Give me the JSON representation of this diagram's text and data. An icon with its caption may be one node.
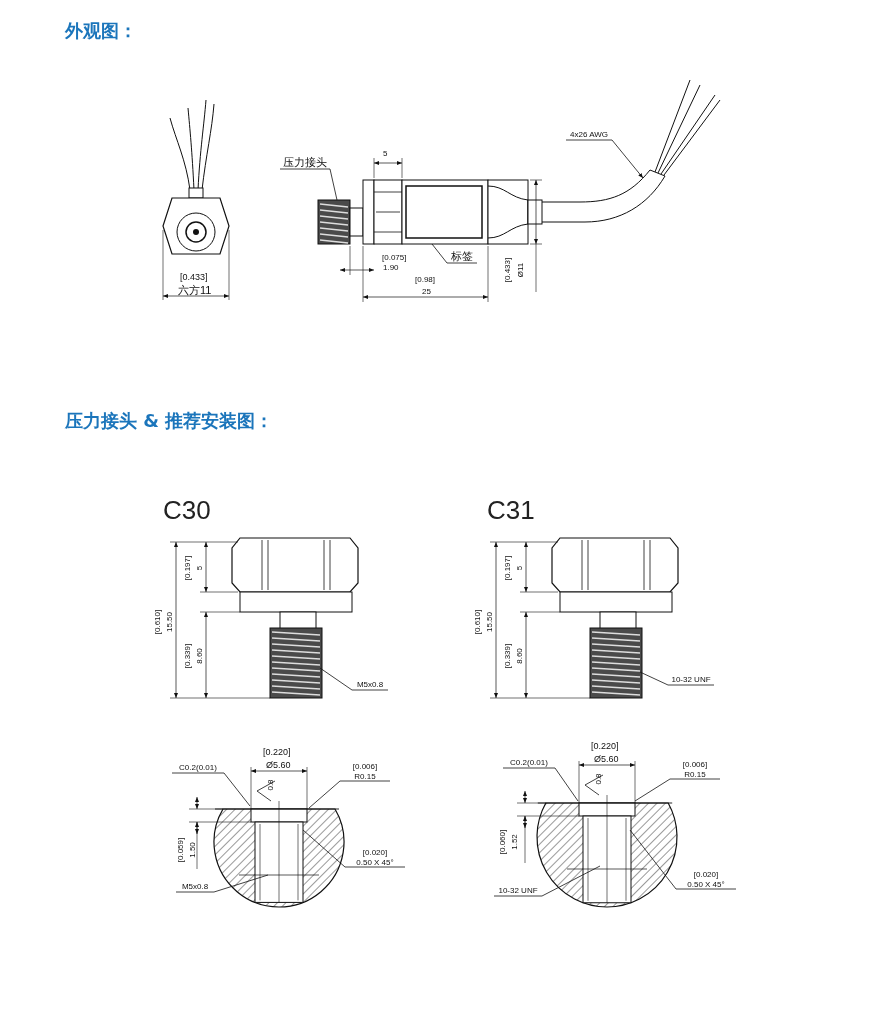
{
  "diagram": {
    "nodes": [
      {
        "text": [
          "压力接头"
        ]
      },
      {
        "text": [
          "标签"
        ]
      },
      {
        "text": [
          "4x26 AWG"
        ]
      },
      {
        "text": [
          "M5x0.8"
        ]
      },
      {
        "text": [
          "10-32 UNF"
        ]
      },
      {
        "text": [
          "C0.2(0.01)"
        ]
      },
      {
        "text": [
          "[0.006]",
          "R0.15"
        ]
      },
      {
        "text": [
          "[0.020]",
          "0.50 X 45°"
        ]
      },
      {
        "text": [
          "M5x0.8"
        ]
      },
      {
        "text": [
          "C0.2(0.01)"
        ]
      },
      {
        "text": [
          "[0.006]",
          "R0.15"
        ]
      },
      {
        "text": [
          "[0.020]",
          "0.50 X 45°"
        ]
      },
      {
        "text": [
          "10-32 UNF"
        ]
      }
    ],
    "edges": [
      {
        "from": 0,
        "to": null,
        "arrow": "none"
      },
      {
        "from": 1,
        "to": null,
        "arrow": "none"
      },
      {
        "from": 2,
        "to": null,
        "arrow": "to"
      },
      {
        "from": 3,
        "to": null,
        "arrow": "none"
      },
      {
        "from": 4,
        "to": null,
        "arrow": "none"
      },
      {
        "from": 5,
        "to": null,
        "arrow": "none"
      },
      {
        "from": 6,
        "to": null,
        "arrow": "none"
      },
      {
        "from": 7,
        "to": null,
        "arrow": "none"
      },
      {
        "from": 8,
        "to": null,
        "arrow": "none"
      },
      {
        "from": 9,
        "to": null,
        "arrow": "none"
      },
      {
        "from": 10,
        "to": null,
        "arrow": "none"
      },
      {
        "from": 11,
        "to": null,
        "arrow": "none"
      },
      {
        "from": 12,
        "to": null,
        "arrow": "none"
      }
    ],
    "labels": [
      "外观图：",
      "5",
      "[0.433]",
      "六方11",
      "[0.075]",
      "1.90",
      "[0.98]",
      "25",
      "[0.433]",
      "Ø11",
      "压力接头 & 推荐安装图：",
      "C30",
      "C31",
      "[0.610]",
      "15.50",
      "[0.197]",
      "5",
      "[0.339]",
      "8.60",
      "[0.610]",
      "15.50",
      "[0.197]",
      "5",
      "[0.339]",
      "8.60",
      "[0.220]",
      "Ø5.60",
      "0.8",
      "[0.059]",
      "1.50",
      "[0.220]",
      "Ø5.60",
      "0.8",
      "[0.060]",
      "1.52"
    ]
  }
}
